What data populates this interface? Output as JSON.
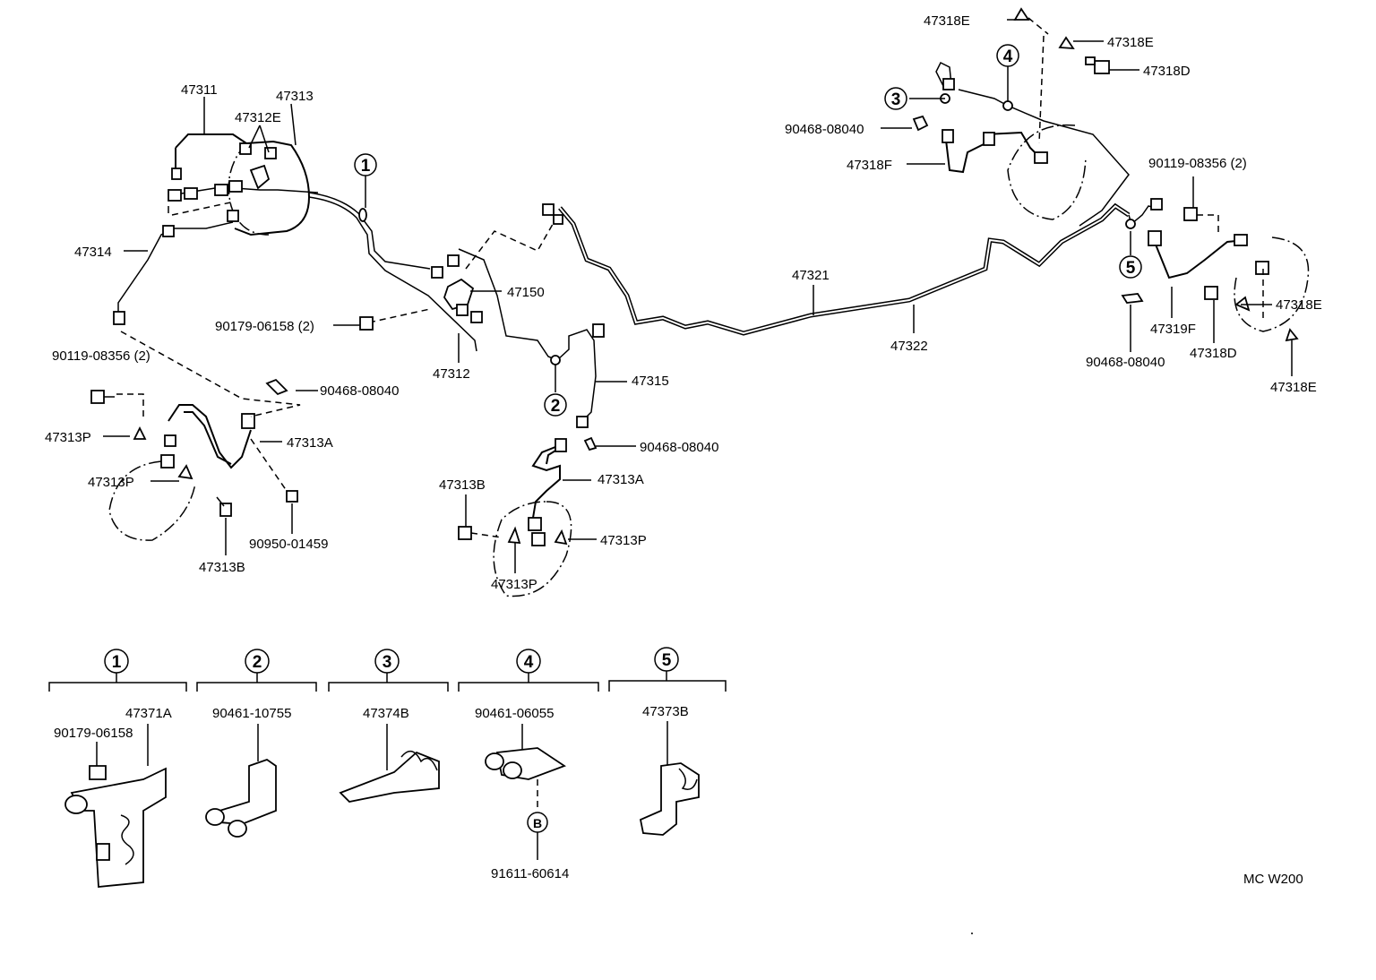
{
  "labels": {
    "p47311": "47311",
    "p47313": "47313",
    "p47312E": "47312E",
    "p47314": "47314",
    "p90179_a": "90179-06158 (2)",
    "p47150": "47150",
    "p47312": "47312",
    "p90119_left": "90119-08356 (2)",
    "p90468_a": "90468-08040",
    "p47313P_a": "47313P",
    "p47313A_a": "47313A",
    "p47313P_b": "47313P",
    "p90950": "90950-01459",
    "p47313B_a": "47313B",
    "p47315": "47315",
    "p90468_b": "90468-08040",
    "p47313A_b": "47313A",
    "p47313B_b": "47313B",
    "p47313P_c": "47313P",
    "p47313P_d": "47313P",
    "p47321": "47321",
    "p47322": "47322",
    "p47318E_a": "47318E",
    "p47318E_b": "47318E",
    "p47318D_a": "47318D",
    "p90468_c": "90468-08040",
    "p47318F": "47318F",
    "p90119_right": "90119-08356 (2)",
    "p47319F": "47319F",
    "p47318E_c": "47318E",
    "p47318D_b": "47318D",
    "p47318E_d": "47318E",
    "p90468_d": "90468-08040"
  },
  "markers": {
    "m1": "1",
    "m2": "2",
    "m3": "3",
    "m4": "4",
    "m5": "5",
    "b": "B"
  },
  "details": {
    "d1": {
      "number": "1",
      "part_a": "47371A",
      "part_b": "90179-06158"
    },
    "d2": {
      "number": "2",
      "part": "90461-10755"
    },
    "d3": {
      "number": "3",
      "part": "47374B"
    },
    "d4": {
      "number": "4",
      "part": "90461-06055",
      "bolt": "91611-60614"
    },
    "d5": {
      "number": "5",
      "part": "47373B"
    }
  },
  "footer": {
    "code": "MC W200"
  }
}
